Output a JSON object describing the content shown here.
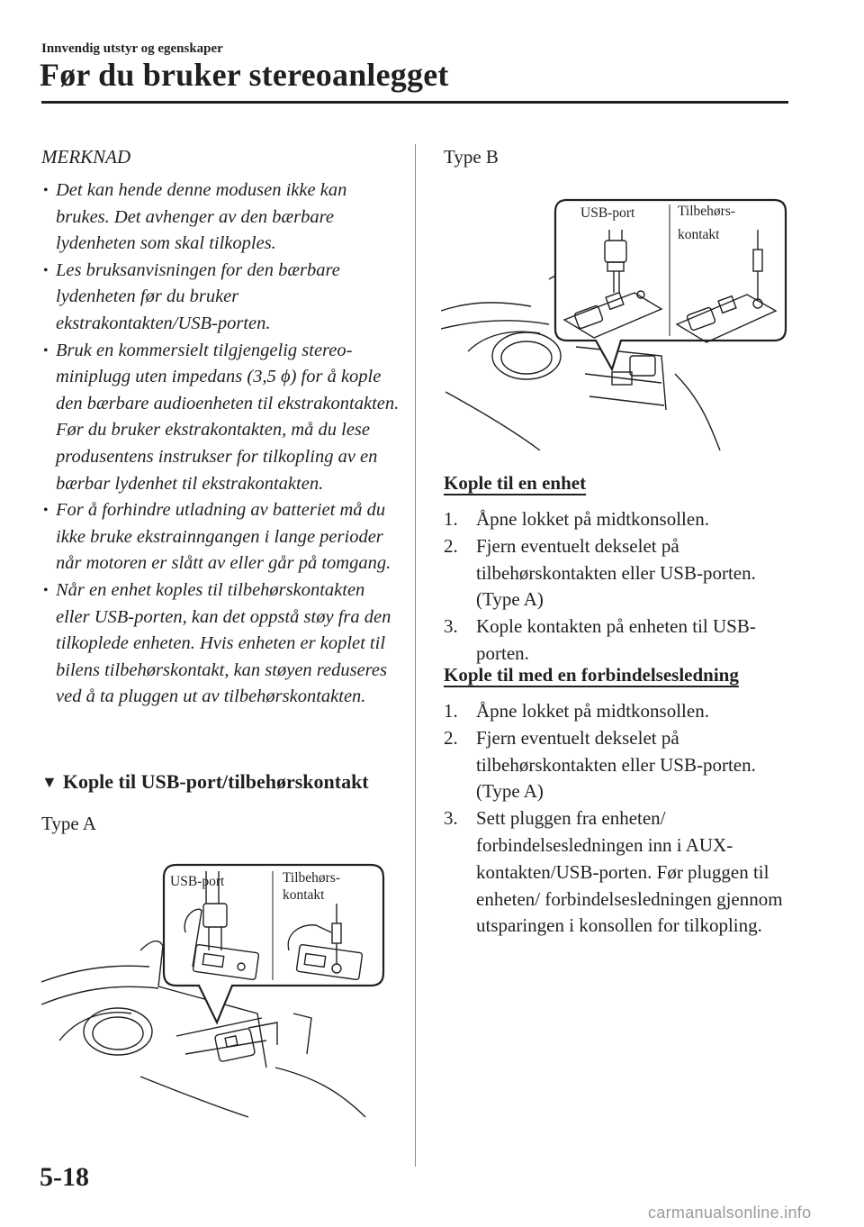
{
  "header": {
    "section": "Innvendig utstyr og egenskaper",
    "title": "Før du bruker stereoanlegget"
  },
  "note": {
    "heading": "MERKNAD",
    "bullet_symbol": "•",
    "items": [
      "Det kan hende denne modusen ikke kan brukes. Det avhenger av den bærbare lydenheten som skal tilkoples.",
      "Les bruksanvisningen for den bærbare lydenheten før du bruker ekstrakontakten/USB-porten.",
      "Bruk en kommersielt tilgjengelig stereo-miniplugg uten impedans (3,5 ϕ) for å kople den bærbare audioenheten til ekstrakontakten. Før du bruker ekstrakontakten, må du lese produsentens instrukser for tilkopling av en bærbar lydenhet til ekstrakontakten.",
      "For å forhindre utladning av batteriet må du ikke bruke ekstrainngangen i lange perioder når motoren er slått av eller går på tomgang.",
      "Når en enhet koples til tilbehørskontakten eller USB-porten, kan det oppstå støy fra den tilkoplede enheten. Hvis enheten er koplet til bilens tilbehørskontakt, kan støyen reduseres ved å ta pluggen ut av tilbehørskontakten."
    ]
  },
  "subsection": {
    "marker": "▼",
    "title": "Kople til USB-port/tilbehørskontakt"
  },
  "figures": {
    "type_a": {
      "label": "Type A",
      "usb_label": "USB-port",
      "aux_label_line1": "Tilbehørs-",
      "aux_label_line2": "kontakt"
    },
    "type_b": {
      "label": "Type B",
      "usb_label": "USB-port",
      "aux_label_line1": "Tilbehørs-",
      "aux_label_line2": "kontakt"
    }
  },
  "procedure1": {
    "heading": "Kople til en enhet",
    "steps": [
      {
        "num": "1.",
        "text": "Åpne lokket på midtkonsollen."
      },
      {
        "num": "2.",
        "text": "Fjern eventuelt dekselet på tilbehørskontakten eller USB-porten. (Type A)"
      },
      {
        "num": "3.",
        "text": "Kople kontakten på enheten til USB-porten."
      }
    ]
  },
  "procedure2": {
    "heading": "Kople til med en forbindelsesledning",
    "steps": [
      {
        "num": "1.",
        "text": "Åpne lokket på midtkonsollen."
      },
      {
        "num": "2.",
        "text": "Fjern eventuelt dekselet på tilbehørskontakten eller USB-porten. (Type A)"
      },
      {
        "num": "3.",
        "text": "Sett pluggen fra enheten/ forbindelsesledningen inn i AUX-kontakten/USB-porten. Før pluggen til enheten/ forbindelsesledningen gjennom utsparingen i konsollen for tilkopling."
      }
    ]
  },
  "footer": {
    "page_number": "5-18",
    "watermark": "carmanualsonline.info"
  }
}
